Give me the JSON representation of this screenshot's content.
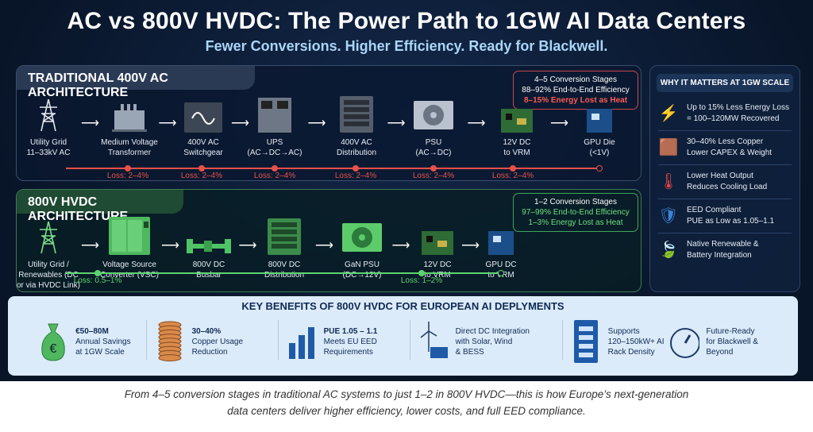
{
  "title": "AC vs 800V HVDC: The Power Path to 1GW AI Data Centers",
  "subtitle": "Fewer Conversions. Higher Efficiency. Ready for Blackwell.",
  "ac": {
    "header": "TRADITIONAL 400V AC ARCHITECTURE",
    "stages": [
      {
        "icon": "transmission-tower",
        "l1": "Utility Grid",
        "l2": "11–33kV AC"
      },
      {
        "icon": "transformer",
        "l1": "Medium Voltage",
        "l2": "Transformer"
      },
      {
        "icon": "switchgear",
        "l1": "400V AC",
        "l2": "Switchgear"
      },
      {
        "icon": "ups",
        "l1": "UPS",
        "l2": "(AC→DC→AC)"
      },
      {
        "icon": "distribution-rack",
        "l1": "400V AC",
        "l2": "Distribution"
      },
      {
        "icon": "psu",
        "l1": "PSU",
        "l2": "(AC→DC)"
      },
      {
        "icon": "vrm-board",
        "l1": "12V DC",
        "l2": "to VRM"
      },
      {
        "icon": "gpu-die",
        "l1": "GPU Die",
        "l2": "(<1V)"
      }
    ],
    "losses": [
      "Loss: 2–4%",
      "Loss: 2–4%",
      "Loss: 2–4%",
      "Loss: 2–4%",
      "Loss: 2–4%",
      "Loss: 2–4%"
    ],
    "stats": [
      "4–5 Conversion Stages",
      "88–92% End-to-End Efficiency",
      "8–15% Energy Lost as Heat"
    ],
    "color": "#e8504a"
  },
  "dc": {
    "header": "800V HVDC ARCHITECTURE",
    "stages": [
      {
        "icon": "transmission-tower",
        "l1": "Utility Grid /",
        "l2": "Renewables (DC",
        "l3": "or via HVDC Link)"
      },
      {
        "icon": "converter-cabinet",
        "l1": "Voltage Source",
        "l2": "Converter (VSC)"
      },
      {
        "icon": "busbar",
        "l1": "800V DC",
        "l2": "Busbar"
      },
      {
        "icon": "distribution-rack",
        "l1": "800V DC",
        "l2": "Distribution"
      },
      {
        "icon": "psu",
        "l1": "GaN PSU",
        "l2": "(DC→12V)"
      },
      {
        "icon": "vrm-board",
        "l1": "12V DC",
        "l2": "to VRM"
      },
      {
        "icon": "gpu-die",
        "l1": "GPU DC",
        "l2": "to VRM"
      }
    ],
    "losses": [
      "Loss: 0.5–1%",
      "Loss: 1–2%"
    ],
    "stats": [
      "1–2 Conversion Stages",
      "97–99% End-to-End Efficiency",
      "1–3% Energy Lost as Heat"
    ],
    "color": "#5fd36f"
  },
  "why": {
    "title": "WHY IT MATTERS AT 1GW SCALE",
    "items": [
      {
        "icon": "lightning-icon",
        "glyph": "⚡",
        "l1": "Up to 15% Less Energy Loss",
        "l2": "= 100–120MW Recovered"
      },
      {
        "icon": "copper-coil-icon",
        "glyph": "🟫",
        "l1": "30–40% Less Copper",
        "l2": "Lower CAPEX & Weight"
      },
      {
        "icon": "thermometer-icon",
        "glyph": "🌡",
        "l1": "Lower Heat Output",
        "l2": "Reduces Cooling Load"
      },
      {
        "icon": "shield-check-icon",
        "glyph": "🛡",
        "l1": "EED Compliant",
        "l2": "PUE as Low as 1.05–1.1"
      },
      {
        "icon": "leaf-icon",
        "glyph": "🍃",
        "l1": "Native Renewable &",
        "l2": "Battery Integration"
      }
    ]
  },
  "benefits": {
    "title": "KEY BENEFITS OF 800V HVDC FOR EUROPEAN AI DEPLYMENTS",
    "items": [
      {
        "icon": "money-bag-icon",
        "l1": "€50–80M",
        "l2": "Annual Savings",
        "l3": "at 1GW Scale"
      },
      {
        "icon": "copper-coil-icon",
        "l1": "30–40%",
        "l2": "Copper Usage",
        "l3": "Reduction"
      },
      {
        "icon": "bar-chart-icon",
        "l1": "PUE 1.05 – 1.1",
        "l2": "Meets EU EED",
        "l3": "Requirements"
      },
      {
        "icon": "wind-solar-icon",
        "l1": "Direct DC Integration",
        "l2": "with Solar, Wind",
        "l3": "& BESS"
      },
      {
        "icon": "server-rack-icon",
        "l1": "Supports",
        "l2": "120–150kW+ AI",
        "l3": "Rack Density"
      },
      {
        "icon": "gauge-icon",
        "l1": "Future-Ready",
        "l2": "for Blackwell &",
        "l3": "Beyond"
      }
    ]
  },
  "caption": {
    "line1": "From 4–5 conversion stages in traditional AC systems to just 1–2 in 800V HVDC—this is how Europe’s next-generation",
    "line2": "data centers deliver higher efficiency, lower costs, and full EED compliance."
  }
}
